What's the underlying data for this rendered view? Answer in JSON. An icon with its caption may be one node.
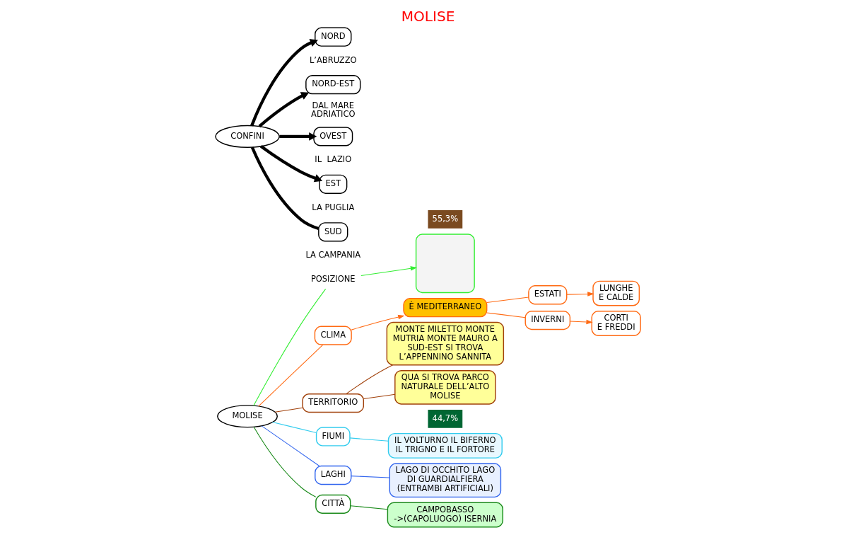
{
  "diagram": {
    "title": "MOLISE",
    "nodes": [
      {
        "text": [
          "MOLISE"
        ]
      },
      {
        "text": [
          "POSIZIONE"
        ]
      },
      {
        "text": [],
        "shape": "box"
      },
      {
        "text": [
          "CLIMA"
        ]
      },
      {
        "text": [
          "È MEDITERRANEO"
        ]
      },
      {
        "text": [
          "ESTATI"
        ]
      },
      {
        "text": [
          "LUNGHE",
          "E CALDE"
        ]
      },
      {
        "text": [
          "INVERNI"
        ]
      },
      {
        "text": [
          "CORTI",
          "E FREDDI"
        ]
      },
      {
        "text": [
          "CONFINI"
        ]
      },
      {
        "text": [
          "NORD"
        ],
        "beside": [
          "L’ABRUZZO"
        ]
      },
      {
        "text": [
          "NORD-EST"
        ],
        "beside": [
          "DAL MARE ADRIATICO"
        ]
      },
      {
        "text": [
          "OVEST"
        ],
        "beside": [
          "IL  LAZIO"
        ]
      },
      {
        "text": [
          "EST"
        ],
        "beside": [
          "LA PUGLIA"
        ]
      },
      {
        "text": [
          "SUD"
        ],
        "beside": [
          "LA CAMPANIA"
        ]
      },
      {
        "text": [
          "TERRITORIO"
        ]
      },
      {
        "text": [
          "MONTE MILETTO MONTE MUTRIA MONTE MAURO A SUD-EST SI TROVA L’APPENNINO SANNITA"
        ]
      },
      {
        "text": [
          "QUA SI TROVA PARCO NATURALE DELL’ALTO MOLISE"
        ]
      },
      {
        "text": [
          "FIUMI"
        ]
      },
      {
        "text": [
          "IL VOLTURNO IL BIFERNO IL TRIGNO E IL FORTORE"
        ]
      },
      {
        "text": [
          "LAGHI"
        ]
      },
      {
        "text": [
          "LAGO DI OCCHITO LAGO DI GUARDIALFIERA (ENTRAMBI ARTIFICIALI)"
        ]
      },
      {
        "text": [
          "CITTÀ"
        ]
      },
      {
        "text": [
          "CAMPOBASSO ->(CAPOLUOGO) ISERNIA"
        ]
      }
    ],
    "edges": [
      {
        "from": 0,
        "to": 1,
        "arrow": "none",
        "color": "#33ee33"
      },
      {
        "from": 1,
        "to": 2,
        "arrow": "to",
        "color": "#33ee33"
      },
      {
        "from": 0,
        "to": 3,
        "arrow": "none",
        "color": "#ff6a13"
      },
      {
        "from": 3,
        "to": 4,
        "arrow": "to",
        "color": "#ff6a13"
      },
      {
        "from": 4,
        "to": 5,
        "arrow": "none",
        "color": "#ff6a13"
      },
      {
        "from": 5,
        "to": 6,
        "arrow": "to",
        "color": "#ff6a13"
      },
      {
        "from": 4,
        "to": 7,
        "arrow": "none",
        "color": "#ff6a13"
      },
      {
        "from": 7,
        "to": 8,
        "arrow": "to",
        "color": "#ff6a13"
      },
      {
        "from": 9,
        "to": 10,
        "arrow": "to",
        "style": "thick",
        "color": "#000000"
      },
      {
        "from": 9,
        "to": 11,
        "arrow": "to",
        "style": "thick",
        "color": "#000000"
      },
      {
        "from": 9,
        "to": 12,
        "arrow": "to",
        "style": "thick",
        "color": "#000000"
      },
      {
        "from": 9,
        "to": 13,
        "arrow": "to",
        "style": "thick",
        "color": "#000000"
      },
      {
        "from": 9,
        "to": 14,
        "arrow": "none",
        "style": "thick",
        "color": "#000000"
      },
      {
        "from": 0,
        "to": 15,
        "arrow": "none",
        "color": "#a0400a"
      },
      {
        "from": 15,
        "to": 16,
        "arrow": "none",
        "color": "#a0400a"
      },
      {
        "from": 15,
        "to": 17,
        "arrow": "none",
        "color": "#a0400a"
      },
      {
        "from": 0,
        "to": 18,
        "arrow": "none",
        "color": "#33ccee"
      },
      {
        "from": 18,
        "to": 19,
        "arrow": "none",
        "color": "#33ccee"
      },
      {
        "from": 0,
        "to": 20,
        "arrow": "none",
        "color": "#3366ee"
      },
      {
        "from": 20,
        "to": 21,
        "arrow": "none",
        "color": "#3366ee"
      },
      {
        "from": 0,
        "to": 22,
        "arrow": "none",
        "color": "#1a8a1a"
      },
      {
        "from": 22,
        "to": 23,
        "arrow": "none",
        "color": "#1a8a1a"
      }
    ],
    "labels": [
      "44,7%",
      "55,3%"
    ]
  }
}
